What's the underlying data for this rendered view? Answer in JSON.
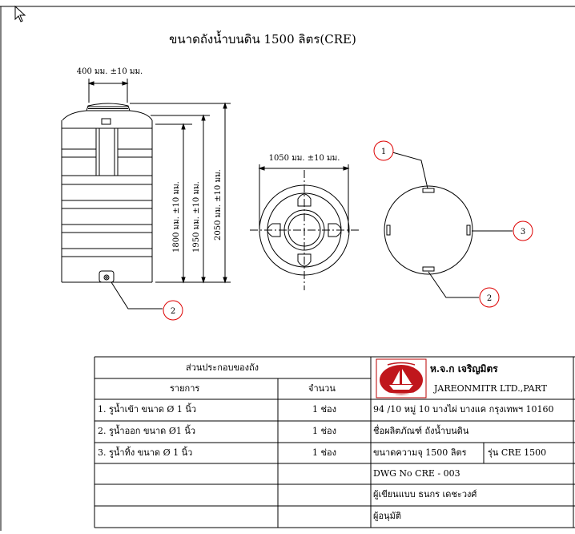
{
  "drawing": {
    "title": "ขนาดถังน้ำบนดิน 1500 ลิตร(CRE)",
    "dim_top_width": "400 มม.  ±10 มม.",
    "dim_height_1800": "1800 มม.  ±10 มม.",
    "dim_height_1950": "1950 มม.  ±10 มม.",
    "dim_height_2050": "2050 มม.  ±10 มม.",
    "dim_plan_width": "1050 มม.  ±10 มม.",
    "callout_1": "1",
    "callout_2_side": "2",
    "callout_2_plan": "2",
    "callout_3": "3"
  },
  "parts_table": {
    "heading": "ส่วนประกอบของถัง",
    "col_item": "รายการ",
    "col_qty": "จำนวน",
    "rows": [
      {
        "item": "1. รูน้ำเข้า  ขนาด Ø 1 นิ้ว",
        "qty": "1 ช่อง"
      },
      {
        "item": "2. รูน้ำออก  ขนาด Ø1 นิ้ว",
        "qty": "1 ช่อง"
      },
      {
        "item": "3. รูน้ำทิ้ง    ขนาด Ø 1 นิ้ว",
        "qty": "1 ช่อง"
      }
    ]
  },
  "title_block": {
    "company_thai": "ห.จ.ก เจริญมิตร",
    "company_eng": "JAREONMITR LTD.,PART",
    "address": "94 /10 หมู่ 10 บางไผ่ บางแค กรุงเทพฯ 10160",
    "product": "ชื่อผลิตภัณฑ์   ถังน้ำบนดิน",
    "capacity": "ขนาดความจุ 1500 ลิตร",
    "model": "รุ่น CRE 1500",
    "dwg_no": "DWG No CRE - 003",
    "drawn_by": "ผู้เขียนแบบ ธนกร เดชะวงศ์",
    "approved_by": "ผู้อนุมัติ"
  }
}
